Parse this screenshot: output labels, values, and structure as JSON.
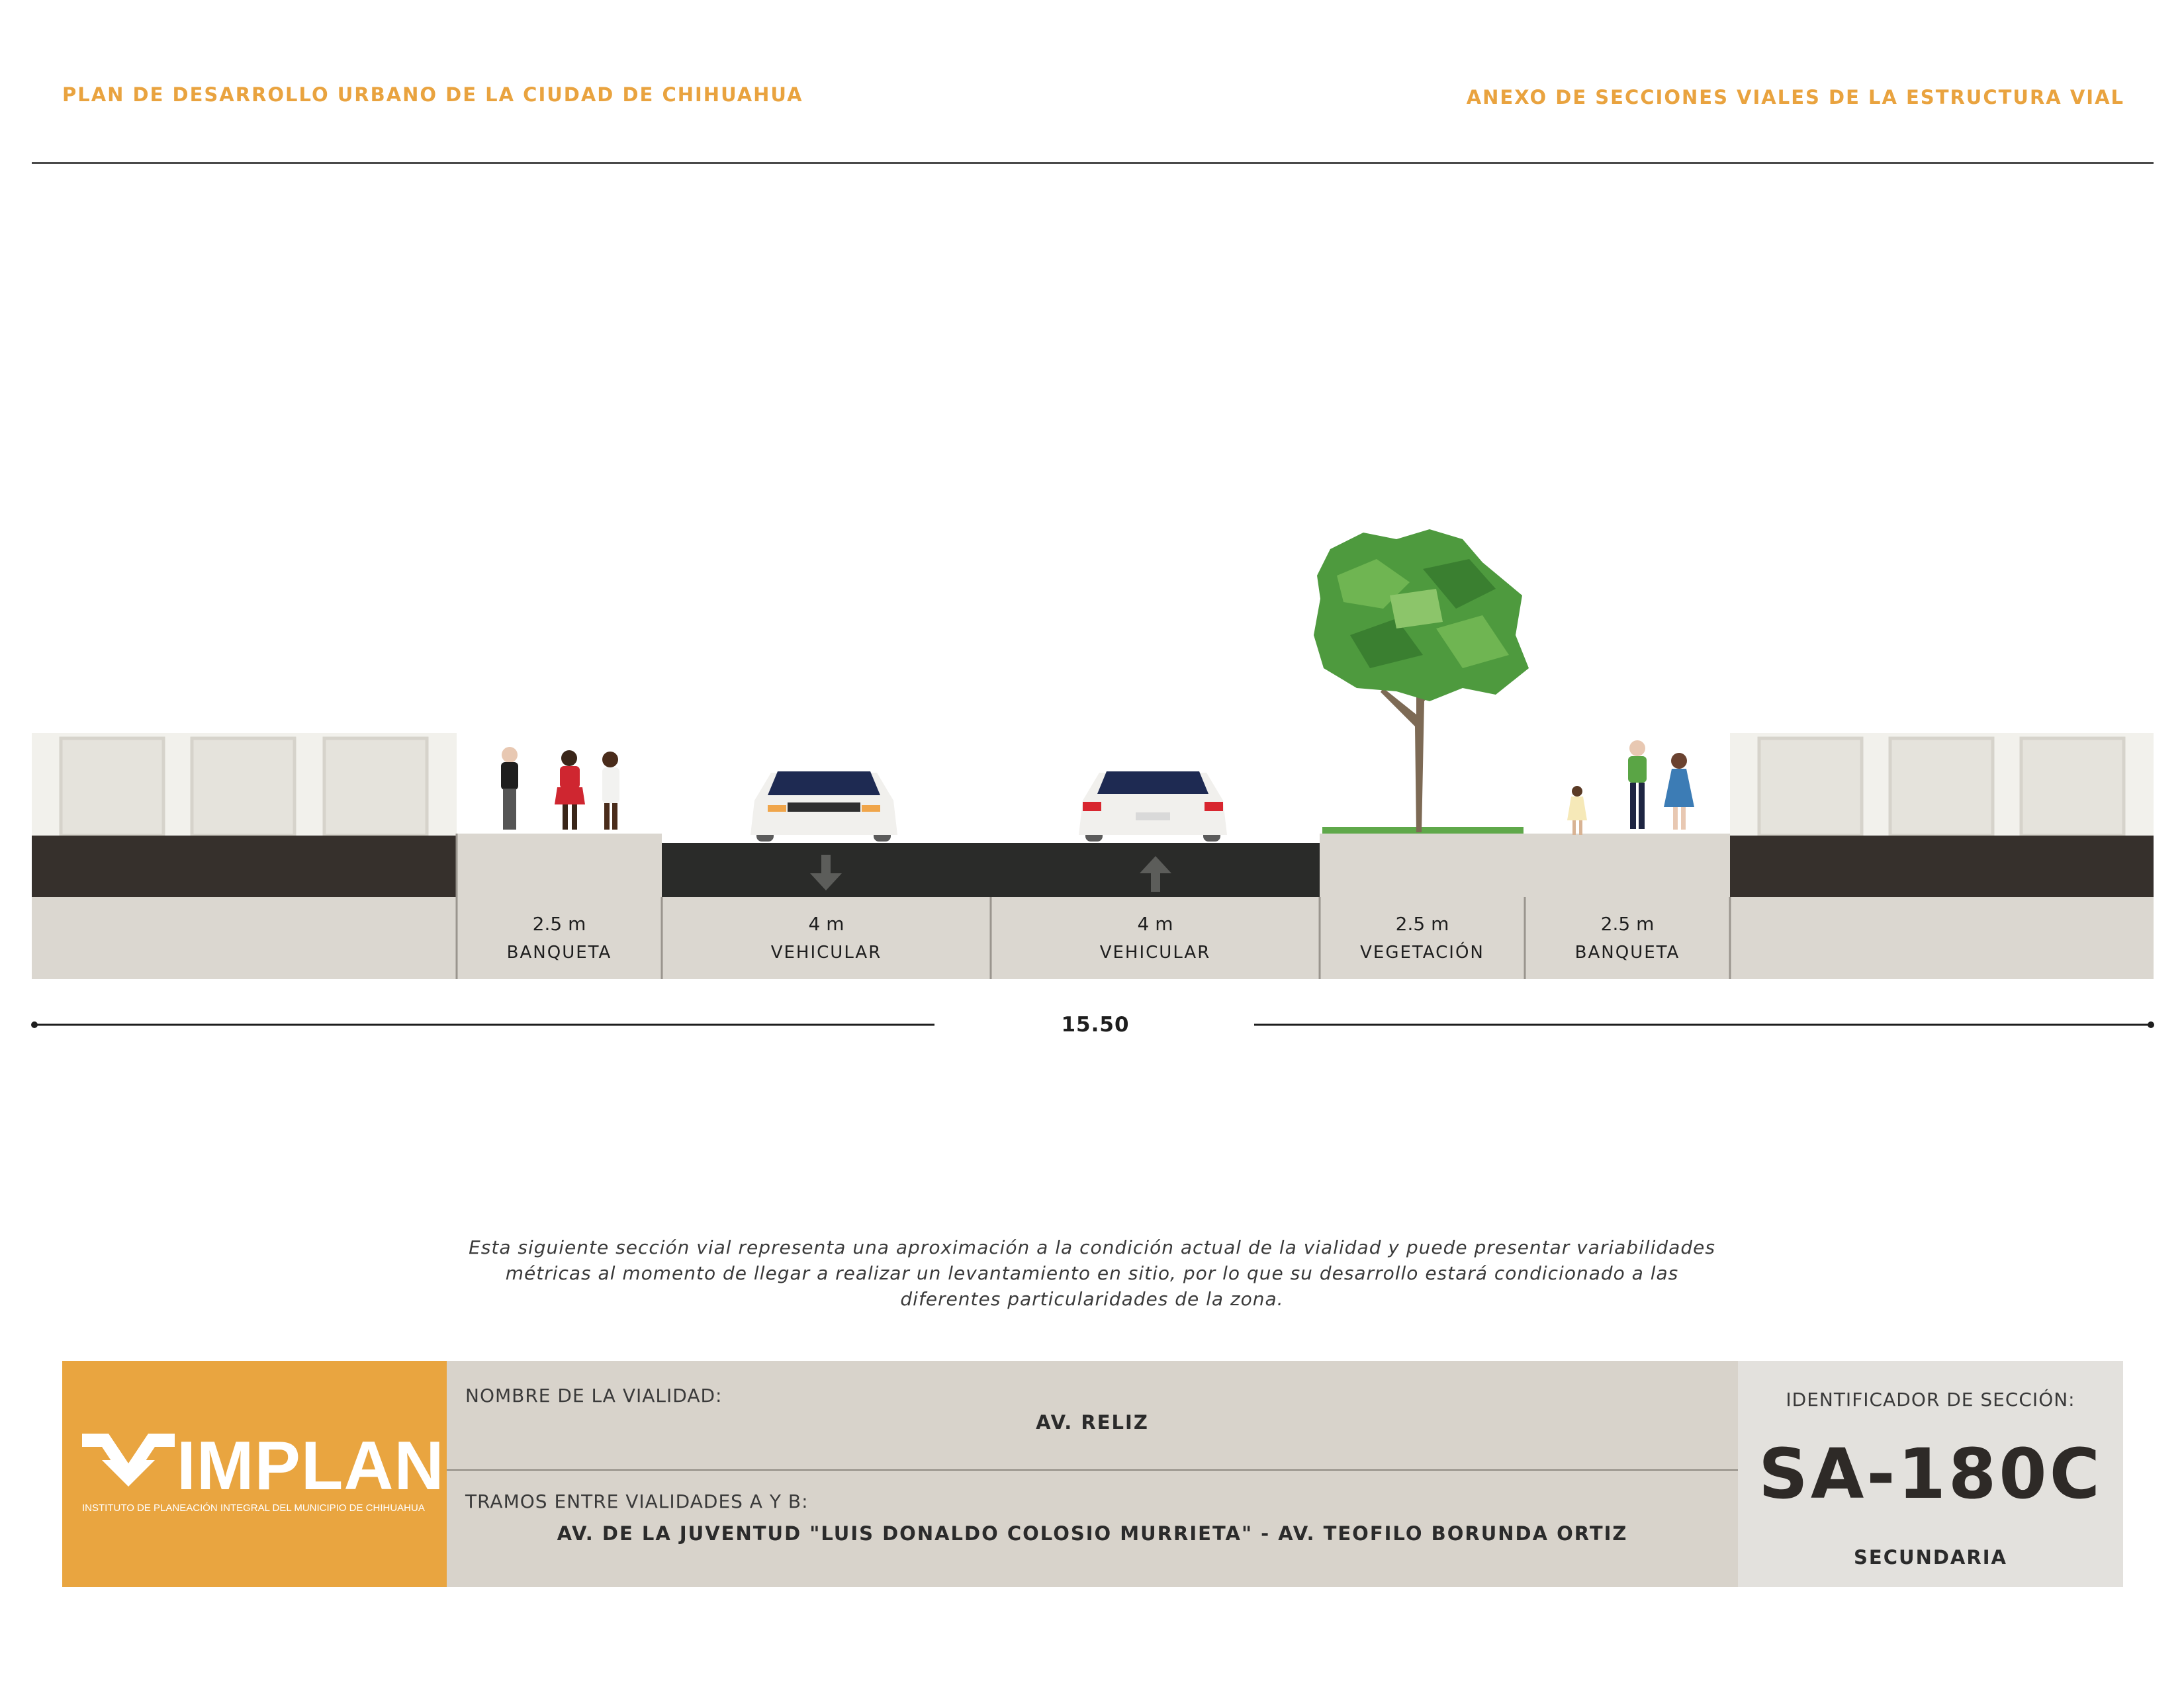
{
  "header": {
    "left": "PLAN DE DESARROLLO URBANO DE LA CIUDAD DE CHIHUAHUA",
    "right": "ANEXO DE SECCIONES VIALES DE LA ESTRUCTURA VIAL"
  },
  "section": {
    "segments": [
      {
        "width": "2.5 m",
        "label": "BANQUETA"
      },
      {
        "width": "4 m",
        "label": "VEHICULAR"
      },
      {
        "width": "4 m",
        "label": "VEHICULAR"
      },
      {
        "width": "2.5 m",
        "label": "VEGETACIÓN"
      },
      {
        "width": "2.5 m",
        "label": "BANQUETA"
      }
    ],
    "total_width": "15.50"
  },
  "disclaimer": "Esta siguiente sección vial representa una aproximación a la condición actual de la vialidad y puede presentar variabilidades métricas al momento de llegar a realizar un levantamiento en sitio, por lo que su desarrollo estará condicionado a las diferentes particularidades de la zona.",
  "logo": {
    "word": "IMPLAN",
    "subtitle": "INSTITUTO DE PLANEACIÓN INTEGRAL DEL MUNICIPIO DE CHIHUAHUA"
  },
  "info": {
    "name_label": "NOMBRE DE LA VIALIDAD:",
    "name_value": "AV. RELIZ",
    "segment_label": "TRAMOS ENTRE VIALIDADES A Y B:",
    "segment_value": "AV. DE LA JUVENTUD \"LUIS DONALDO COLOSIO MURRIETA\" - AV. TEOFILO BORUNDA ORTIZ"
  },
  "identifier": {
    "label": "IDENTIFICADOR DE SECCIÓN:",
    "code": "SA-180C",
    "type": "SECUNDARIA"
  },
  "colors": {
    "accent": "#e9a33f",
    "asphalt": "#2a2b29",
    "ground": "#dbd7d0",
    "tree_green": "#4e9a3e"
  }
}
